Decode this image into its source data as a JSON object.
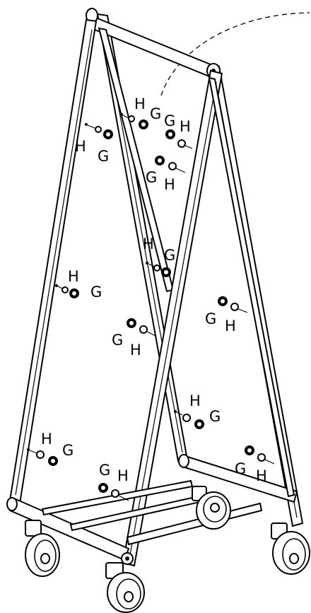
{
  "diagram": {
    "kind": "exploded assembly view of an A-frame rolling rack",
    "part_labels": {
      "grommet": "G",
      "screw": "H"
    },
    "callouts": [
      {
        "id": "c1",
        "h": "H",
        "g": "G"
      },
      {
        "id": "c2",
        "h": "H",
        "g": "G"
      },
      {
        "id": "c3",
        "h": "H",
        "g": "G"
      },
      {
        "id": "c4",
        "h": "H",
        "g": "G"
      },
      {
        "id": "c5",
        "h": "H",
        "g": "G"
      },
      {
        "id": "c6",
        "h": "H",
        "g": "G"
      },
      {
        "id": "c7",
        "h": "H",
        "g": "G"
      },
      {
        "id": "c8",
        "h": "H",
        "g": "G"
      },
      {
        "id": "c9",
        "h": "H",
        "g": "G"
      },
      {
        "id": "c10",
        "h": "H",
        "g": "G"
      },
      {
        "id": "c11",
        "h": "H",
        "g": "G"
      },
      {
        "id": "c12",
        "h": "H",
        "g": "G"
      }
    ],
    "casters": 4,
    "line_color": "#000000",
    "background": "#ffffff"
  }
}
